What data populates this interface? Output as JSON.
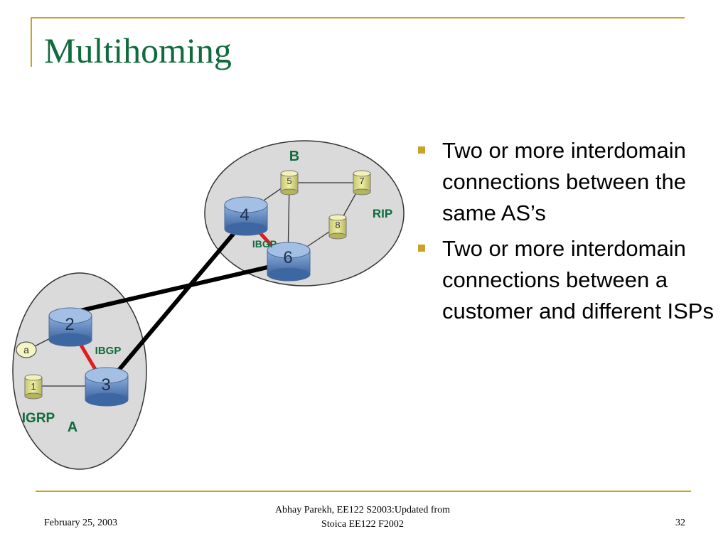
{
  "slide": {
    "title": "Multihoming",
    "bullets": [
      "Two  or more interdomain connections between the same AS’s",
      "Two or more interdomain connections between a customer and different ISPs"
    ]
  },
  "diagram": {
    "as_b": {
      "label": "B",
      "protocol": "RIP",
      "ibgp": "IBGP"
    },
    "as_a": {
      "label": "A",
      "protocol": "IGRP",
      "ibgp": "IBGP"
    },
    "routers": {
      "r2": "2",
      "r3": "3",
      "r4": "4",
      "r6": "6"
    },
    "small_nodes": {
      "n1": "1",
      "n5": "5",
      "n7": "7",
      "n8": "8"
    },
    "host": "a"
  },
  "footer": {
    "date": "February 25, 2003",
    "credit_line1": "Abhay Parekh, EE122 S2003:Updated from",
    "credit_line2": "Stoica EE122 F2002",
    "page": "32"
  },
  "colors": {
    "accent": "#c9a227",
    "title": "#0f6b3c",
    "router": "#5f86bd",
    "small_node": "#dede8c",
    "domain": "#dadada",
    "ibgp_link": "#e11d1d"
  }
}
